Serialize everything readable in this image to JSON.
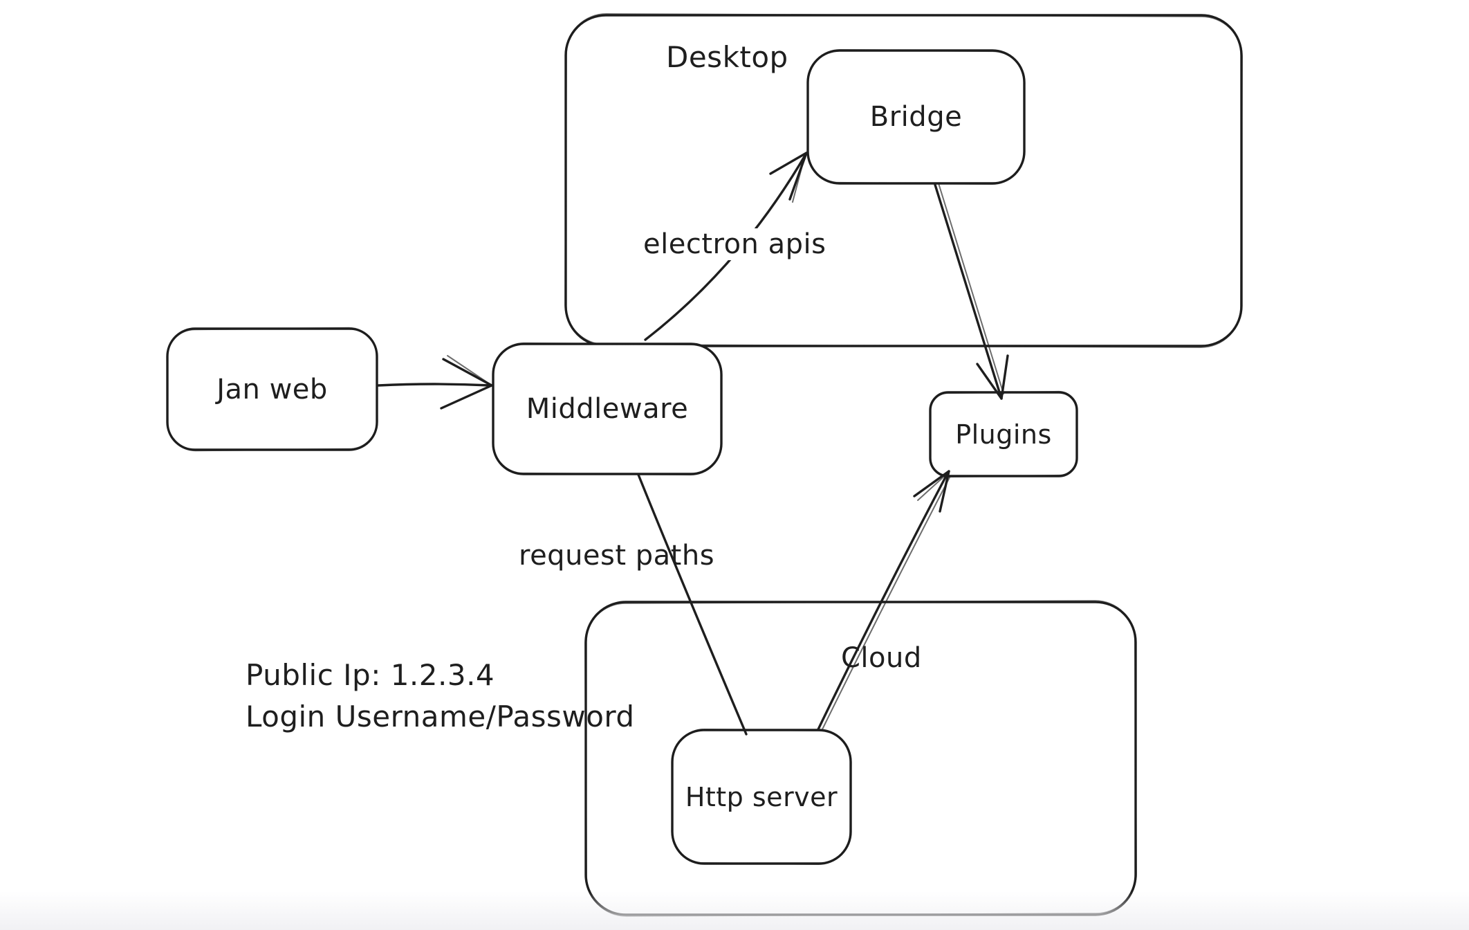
{
  "canvas": {
    "background": "#ffffff",
    "stroke_color": "#1e1e1e",
    "bottom_fade_color": "#f1f1f4"
  },
  "containers": {
    "desktop": {
      "label": "Desktop"
    },
    "cloud": {
      "label": "Cloud"
    }
  },
  "nodes": {
    "jan_web": {
      "label": "Jan web"
    },
    "middleware": {
      "label": "Middleware"
    },
    "bridge": {
      "label": "Bridge"
    },
    "plugins": {
      "label": "Plugins"
    },
    "http_server": {
      "label": "Http server"
    }
  },
  "edge_labels": {
    "electron_apis": {
      "label": "electron apis"
    },
    "request_paths": {
      "label": "request paths"
    }
  },
  "annotation": {
    "line1": "Public Ip: 1.2.3.4",
    "line2": "Login Username/Password"
  }
}
